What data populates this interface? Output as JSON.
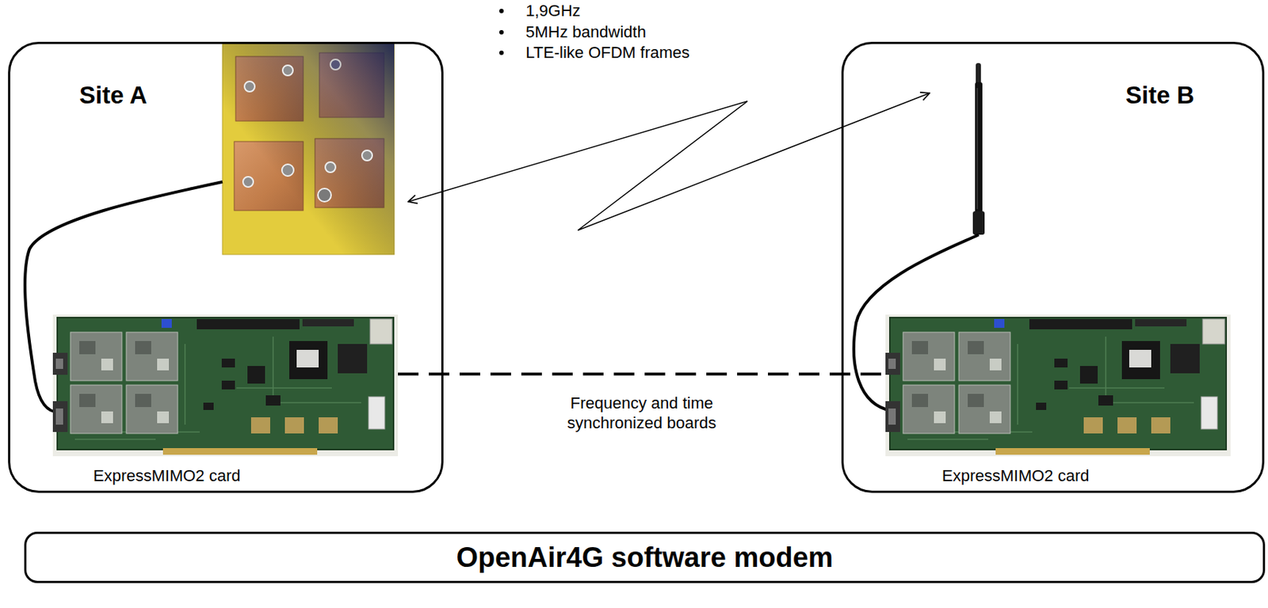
{
  "diagram": {
    "nodes": [
      {
        "text": [
          "Site A"
        ]
      },
      {
        "text": [
          "ExpressMIMO2 card"
        ],
        "in": 0
      },
      {
        "text": [
          "Site B"
        ]
      },
      {
        "text": [
          "ExpressMIMO2 card"
        ],
        "in": 2
      },
      {
        "text": [
          "OpenAir4G software modem"
        ]
      }
    ],
    "edges": [
      {
        "from": 1,
        "to": 3,
        "arrow": "none",
        "label": "Frequency and time synchronized boards"
      }
    ],
    "labels": [
      "1,9GHz",
      "5MHz bandwidth",
      "LTE-like OFDM frames"
    ]
  }
}
